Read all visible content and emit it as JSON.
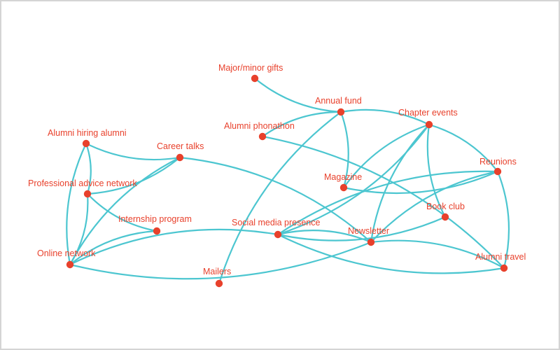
{
  "colors": {
    "edge": "#4cc6d0",
    "node": "#e8412c",
    "label": "#e8412c"
  },
  "nodes": {
    "major_gifts": "Major/minor gifts",
    "annual_fund": "Annual fund",
    "chapter_events": "Chapter events",
    "alumni_phonathon": "Alumni phonathon",
    "alumni_hiring": "Alumni hiring alumni",
    "career_talks": "Career talks",
    "professional_advice": "Professional advice network",
    "internship": "Internship program",
    "online_network": "Online network",
    "social_media": "Social media presence",
    "magazine": "Magazine",
    "reunions": "Reunions",
    "book_club": "Book club",
    "newsletter": "Newsletter",
    "alumni_travel": "Alumni travel",
    "mailers": "Mailers"
  },
  "edges": [
    [
      "major_gifts",
      "annual_fund"
    ],
    [
      "annual_fund",
      "chapter_events"
    ],
    [
      "annual_fund",
      "alumni_phonathon"
    ],
    [
      "annual_fund",
      "magazine"
    ],
    [
      "annual_fund",
      "mailers"
    ],
    [
      "alumni_phonathon",
      "alumni_travel"
    ],
    [
      "chapter_events",
      "magazine"
    ],
    [
      "chapter_events",
      "reunions"
    ],
    [
      "chapter_events",
      "book_club"
    ],
    [
      "chapter_events",
      "social_media"
    ],
    [
      "chapter_events",
      "newsletter"
    ],
    [
      "reunions",
      "magazine"
    ],
    [
      "reunions",
      "newsletter"
    ],
    [
      "reunions",
      "alumni_travel"
    ],
    [
      "reunions",
      "social_media"
    ],
    [
      "book_club",
      "social_media"
    ],
    [
      "alumni_hiring",
      "career_talks"
    ],
    [
      "alumni_hiring",
      "professional_advice"
    ],
    [
      "alumni_hiring",
      "online_network"
    ],
    [
      "career_talks",
      "professional_advice"
    ],
    [
      "career_talks",
      "online_network"
    ],
    [
      "career_talks",
      "newsletter"
    ],
    [
      "professional_advice",
      "internship"
    ],
    [
      "professional_advice",
      "online_network"
    ],
    [
      "internship",
      "online_network"
    ],
    [
      "online_network",
      "social_media"
    ],
    [
      "online_network",
      "newsletter"
    ],
    [
      "social_media",
      "newsletter"
    ],
    [
      "social_media",
      "alumni_travel"
    ],
    [
      "newsletter",
      "alumni_travel"
    ]
  ]
}
